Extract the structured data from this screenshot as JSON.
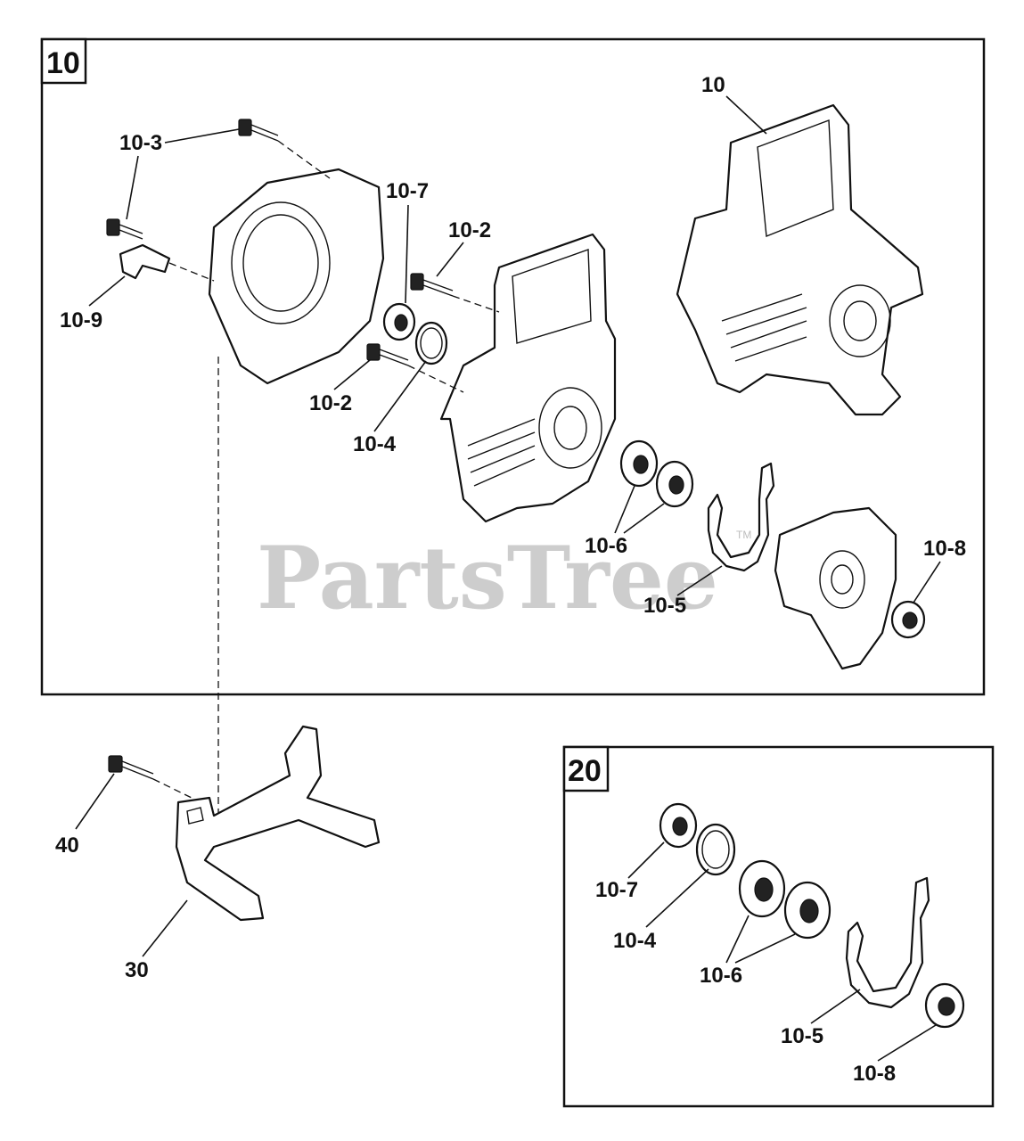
{
  "watermark": {
    "text": "PartsTree",
    "trademark": "TM"
  },
  "group_10": {
    "tag": "10",
    "labels": {
      "l_10": "10",
      "l_10_3": "10-3",
      "l_10_9": "10-9",
      "l_10_7": "10-7",
      "l_10_2a": "10-2",
      "l_10_2b": "10-2",
      "l_10_4": "10-4",
      "l_10_6": "10-6",
      "l_10_5": "10-5",
      "l_10_8": "10-8"
    }
  },
  "loose_parts": {
    "l_40": "40",
    "l_30": "30"
  },
  "group_20": {
    "tag": "20",
    "labels": {
      "l_10_7": "10-7",
      "l_10_4": "10-4",
      "l_10_6": "10-6",
      "l_10_5": "10-5",
      "l_10_8": "10-8"
    }
  }
}
